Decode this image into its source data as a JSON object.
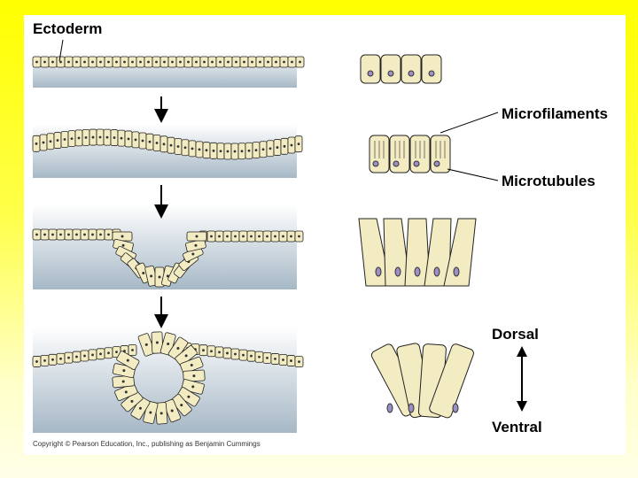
{
  "labels": {
    "ectoderm": "Ectoderm",
    "microfilaments": "Microfilaments",
    "microtubules": "Microtubules",
    "dorsal": "Dorsal",
    "ventral": "Ventral",
    "copyright": "Copyright © Pearson Education, Inc., publishing as Benjamin Cummings"
  },
  "colors": {
    "cell_fill": "#f3ecc3",
    "nucleus": "#9b8fc4",
    "tissue_top": "#ffffff",
    "tissue_bottom": "#a6b8c6",
    "outline": "#222222"
  }
}
